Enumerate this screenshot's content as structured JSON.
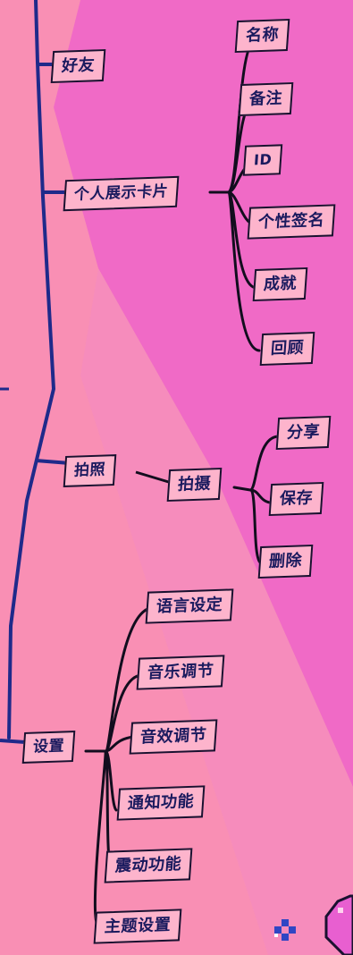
{
  "nodes": {
    "friends": "好友",
    "profile_card": "个人展示卡片",
    "name": "名称",
    "remark": "备注",
    "id": "ID",
    "signature": "个性签名",
    "achievement": "成就",
    "review": "回顾",
    "photo": "拍照",
    "shoot": "拍摄",
    "share": "分享",
    "save": "保存",
    "delete": "删除",
    "settings": "设置",
    "language": "语言设定",
    "music": "音乐调节",
    "sound_effect": "音效调节",
    "notification": "通知功能",
    "vibration": "震动功能",
    "theme": "主题设置"
  },
  "colors": {
    "background_left": "#f98fb4",
    "background_right": "#f06ac6",
    "node_fill": "#fdb4cc",
    "node_border": "#1a1130",
    "node_text": "#1a1a5e",
    "trunk_line": "#1f2a8a",
    "branch_line": "#120d1e",
    "pixel_cross": "#3046c4",
    "pixel_heart": "#e85fd0"
  }
}
